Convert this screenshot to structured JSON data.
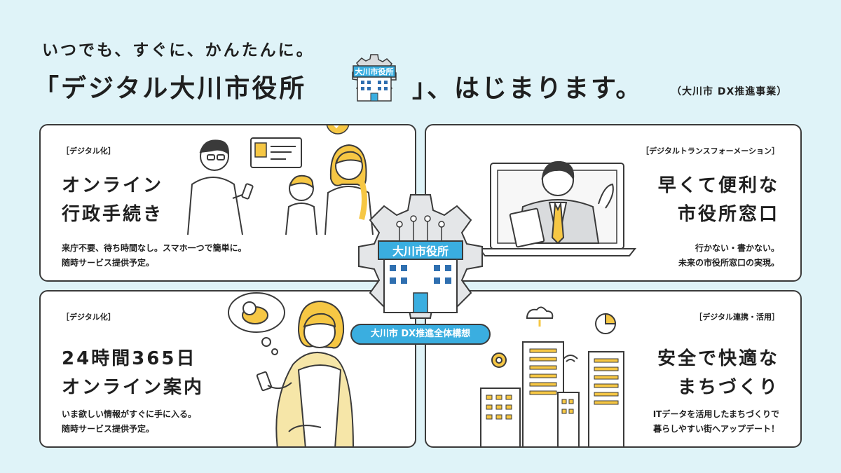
{
  "header": {
    "subtitle": "いつでも、すぐに、かんたんに。",
    "title_part1": "「デジタル大川市役所",
    "title_part2": "」、はじまります。",
    "tagline": "（大川市 DX推進事業）",
    "logo_text": "大川市役所"
  },
  "panels": [
    {
      "tag": "［デジタル化］",
      "title_lines": [
        "オンライン",
        "行政手続き"
      ],
      "desc_lines": [
        "来庁不要、待ち時間なし。スマホ一つで簡単に。",
        "随時サービス提供予定。"
      ]
    },
    {
      "tag": "［デジタルトランスフォーメーション］",
      "title_lines": [
        "早くて便利な",
        "市役所窓口"
      ],
      "desc_lines": [
        "行かない・書かない。",
        "未来の市役所窓口の実現。"
      ]
    },
    {
      "tag": "［デジタル化］",
      "title_lines": [
        "24時間365日",
        "オンライン案内"
      ],
      "desc_lines": [
        "いま欲しい情報がすぐに手に入る。",
        "随時サービス提供予定。"
      ]
    },
    {
      "tag": "［デジタル連携・活用］",
      "title_lines": [
        "安全で快適な",
        "まちづくり"
      ],
      "desc_lines": [
        "ITデータを活用したまちづくりで",
        "暮らしやすい街へアップデート！"
      ]
    }
  ],
  "center": {
    "building_label": "大川市役所",
    "badge": "大川市 DX推進全体構想"
  },
  "colors": {
    "background": "#dff3f8",
    "accent_blue": "#3aaee0",
    "accent_yellow": "#f6c744",
    "gear_gray": "#e4e6e8",
    "outline": "#3a3a3a"
  },
  "icons": [
    "city-hall-logo",
    "gear-icon",
    "check-icon",
    "cloud-icon",
    "wifi-icon",
    "pie-chart-icon",
    "baby-thought-bubble",
    "id-card-icon",
    "laptop-icon"
  ]
}
